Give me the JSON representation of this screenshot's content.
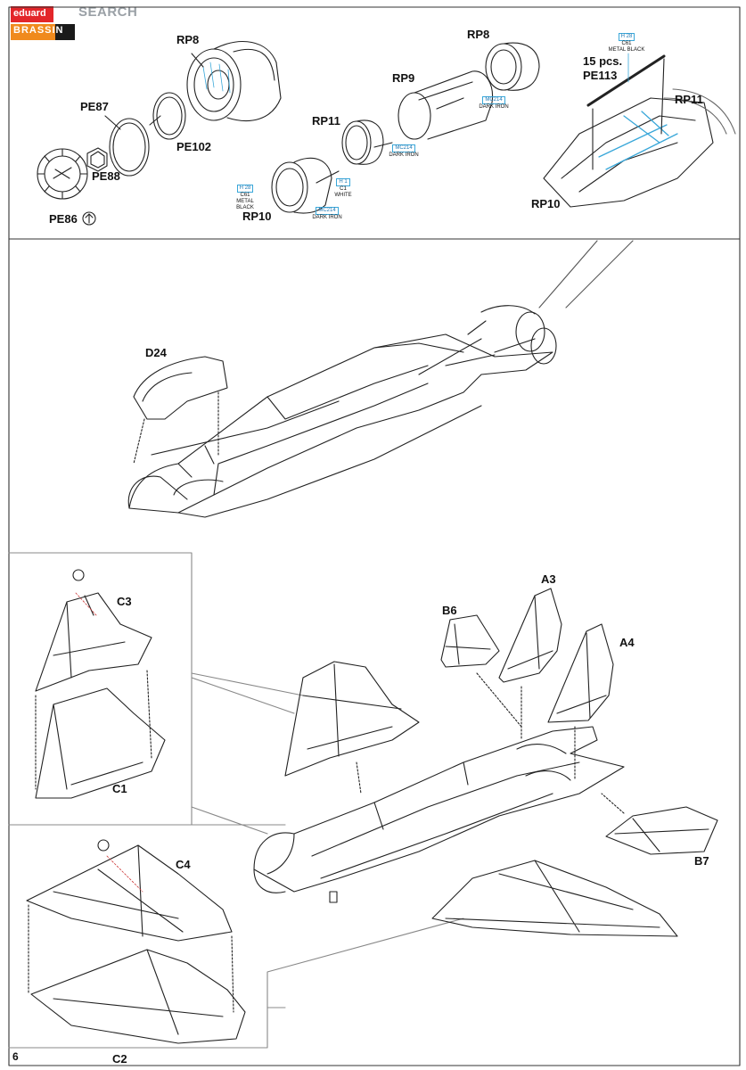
{
  "brand": {
    "logo_top": "eduard",
    "logo_bottom": "BRASSIN",
    "watermark": "SEARCH"
  },
  "page_number": "6",
  "labels": {
    "rp8_left": "RP8",
    "pe87": "PE87",
    "pe102": "PE102",
    "pe88": "PE88",
    "pe86": "PE86",
    "rp8_right": "RP8",
    "rp9": "RP9",
    "rp11_mid": "RP11",
    "rp10_mid": "RP10",
    "pcs": "15 pcs.",
    "pe113": "PE113",
    "rp11_right": "RP11",
    "rp10_right": "RP10",
    "d24": "D24",
    "c3": "C3",
    "c1": "C1",
    "c4": "C4",
    "c2": "C2",
    "b6": "B6",
    "a3": "A3",
    "a4": "A4",
    "b7": "B7"
  },
  "paint_codes": {
    "h28_left": {
      "code": "H 28",
      "alt": "C61",
      "name": "METAL BLACK"
    },
    "h1": {
      "code": "H 1",
      "alt": "C1",
      "name": "WHITE"
    },
    "mc214_left": {
      "code": "MC214",
      "name": "DARK IRON"
    },
    "mc214_mid": {
      "code": "MC214",
      "name": "DARK IRON"
    },
    "mc214_right": {
      "code": "MC214",
      "name": "DARK IRON"
    },
    "h28_right": {
      "code": "H 28",
      "alt": "C61",
      "name": "METAL BLACK"
    }
  },
  "colors": {
    "paint_box": "#39a7d9",
    "logo_red": "#e3262a",
    "logo_orange": "#f08a1d",
    "line": "#222222"
  }
}
